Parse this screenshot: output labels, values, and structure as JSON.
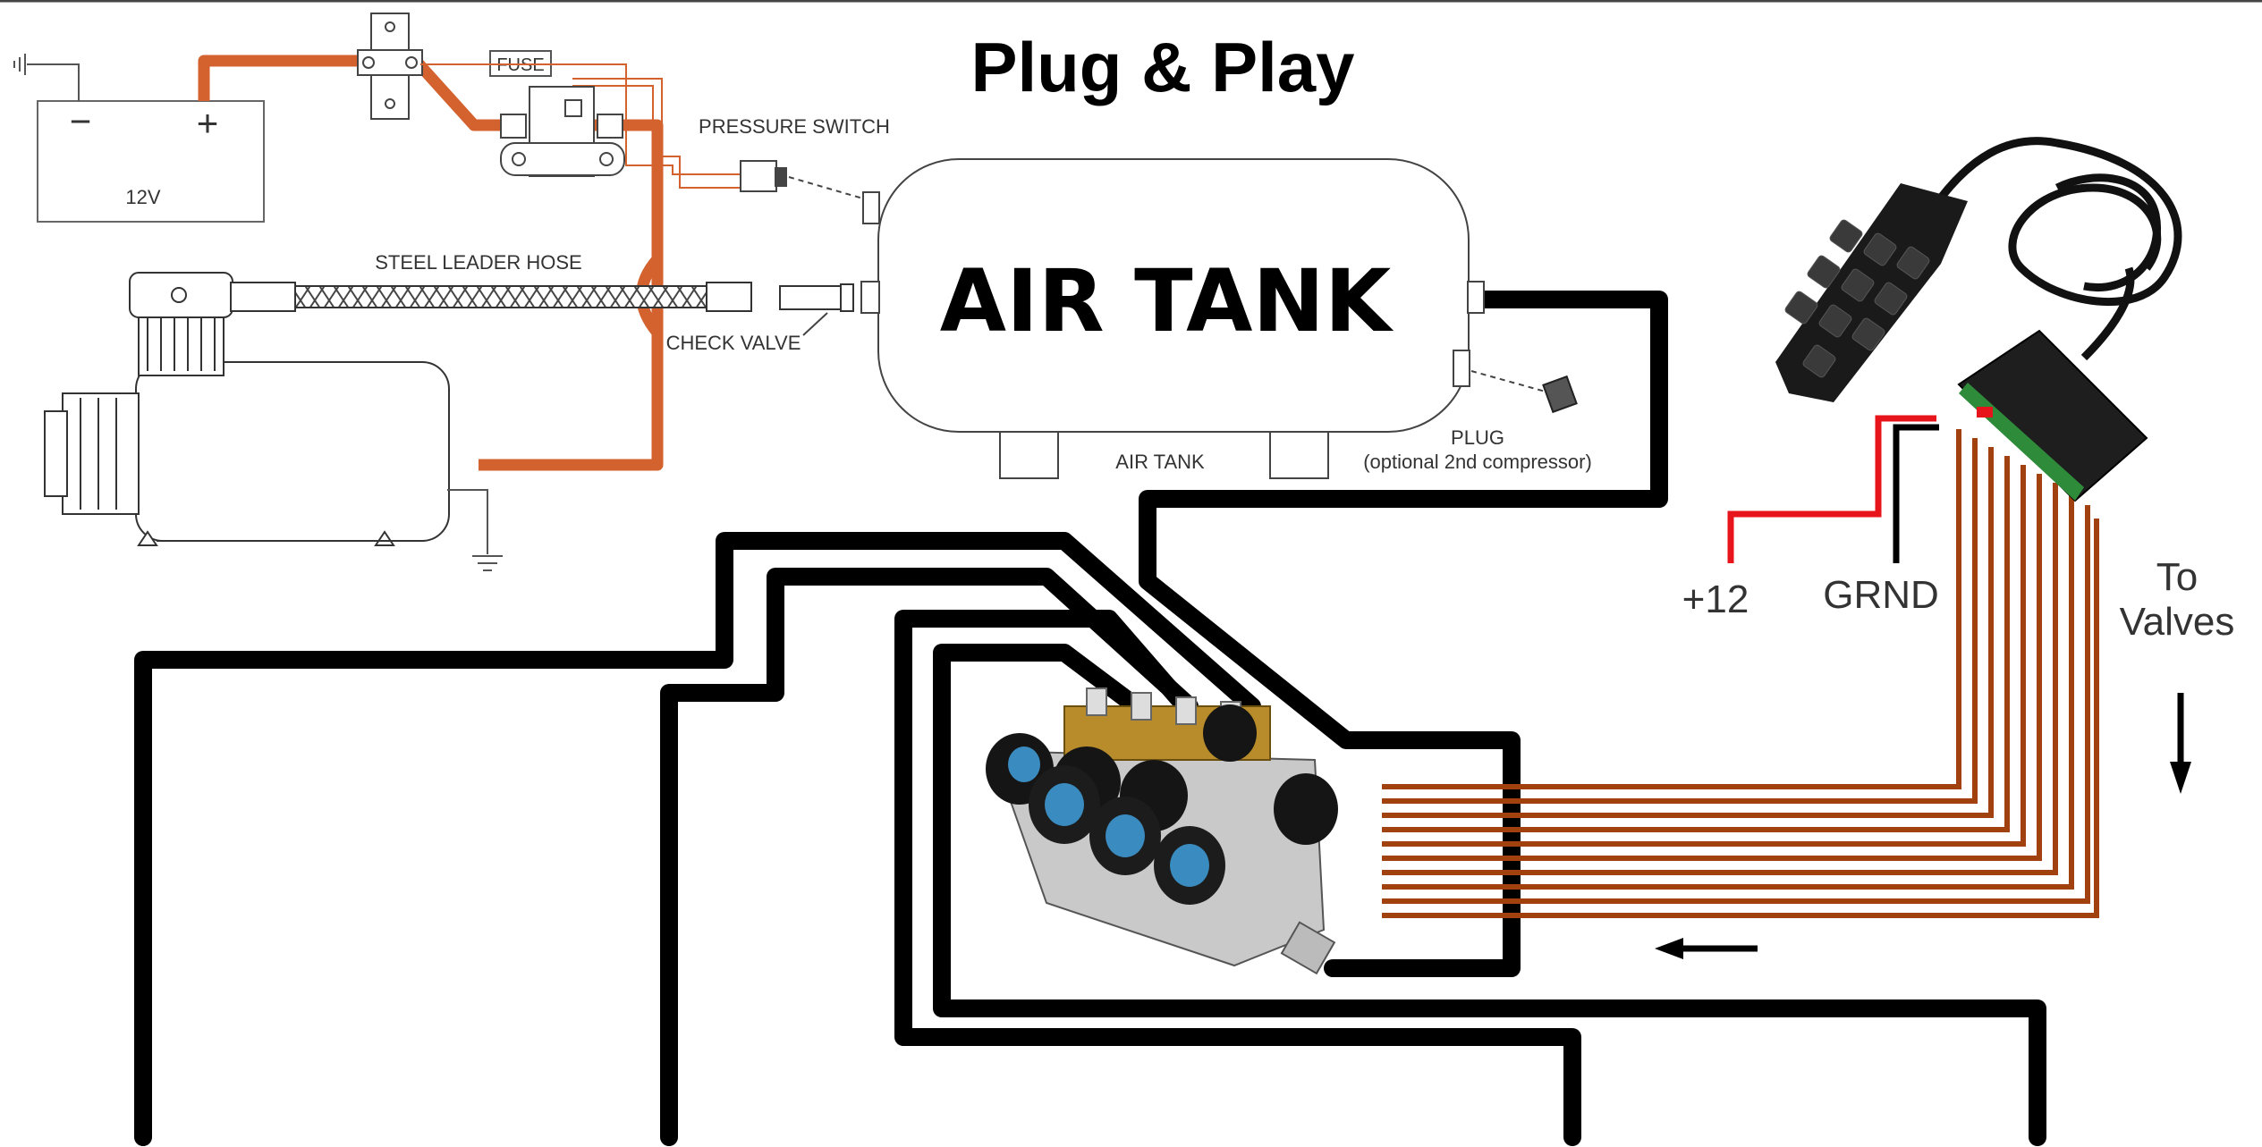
{
  "title": "Plug & Play",
  "tank": {
    "big_label": "AIR TANK",
    "small_label": "AIR TANK"
  },
  "labels": {
    "fuse": "FUSE",
    "pressure_switch": "PRESSURE SWITCH",
    "battery_voltage": "12V",
    "battery_minus": "−",
    "battery_plus": "+",
    "steel_leader_hose": "STEEL LEADER HOSE",
    "check_valve": "CHECK VALVE",
    "plug_line1": "PLUG",
    "plug_line2": "(optional 2nd compressor)",
    "plus12": "+12",
    "grnd": "GRND",
    "to_valves_line1": "To",
    "to_valves_line2": "Valves"
  },
  "colors": {
    "power_wire": "#d4622f",
    "air_line": "#000000",
    "signal_wire": "#a0410f",
    "positive_wire": "#e8141c",
    "ground_wire": "#000000",
    "outline": "#444444",
    "solenoid_blue": "#3a8bbf"
  }
}
